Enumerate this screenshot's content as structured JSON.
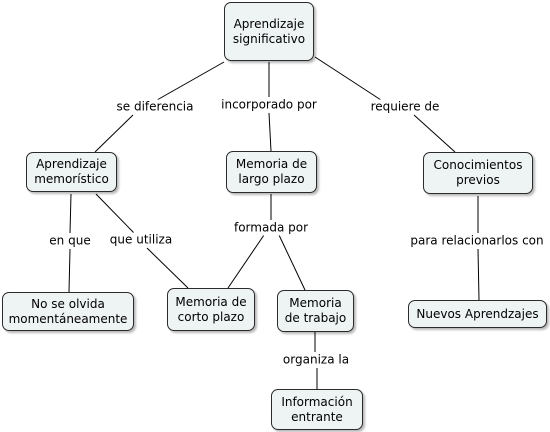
{
  "nodes": {
    "aprendizaje_significativo": "Aprendizaje\nsignificativo",
    "aprendizaje_memoristico": "Aprendizaje\nmemorístico",
    "memoria_largo_plazo": "Memoria de\nlargo plazo",
    "conocimientos_previos": "Conocimientos\nprevios",
    "no_se_olvida": "No se olvida\nmomentáneamente",
    "memoria_corto_plazo": "Memoria de\ncorto plazo",
    "memoria_trabajo": "Memoria\nde trabajo",
    "nuevos_aprendizajes": "Nuevos Aprendzajes",
    "informacion_entrante": "Información\nentrante"
  },
  "links": {
    "se_diferencia": "se diferencia",
    "incorporado_por": "incorporado por",
    "requiere_de": "requiere de",
    "en_que": "en que",
    "que_utiliza": "que utiliza",
    "formada_por": "formada por",
    "para_relacionarlos_con": "para relacionarlos con",
    "organiza_la": "organiza la"
  }
}
